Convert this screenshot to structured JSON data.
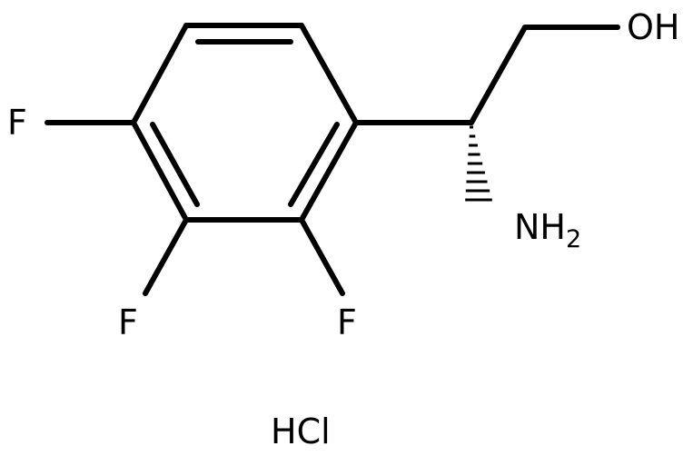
{
  "molecule": {
    "labels": {
      "hydroxyl": "OH",
      "amine_n": "NH",
      "amine_sub": "2",
      "fluorine_4": "F",
      "fluorine_3": "F",
      "fluorine_2": "F",
      "salt": "HCl"
    },
    "colors": {
      "ink": "#000000",
      "background": "#ffffff"
    }
  }
}
